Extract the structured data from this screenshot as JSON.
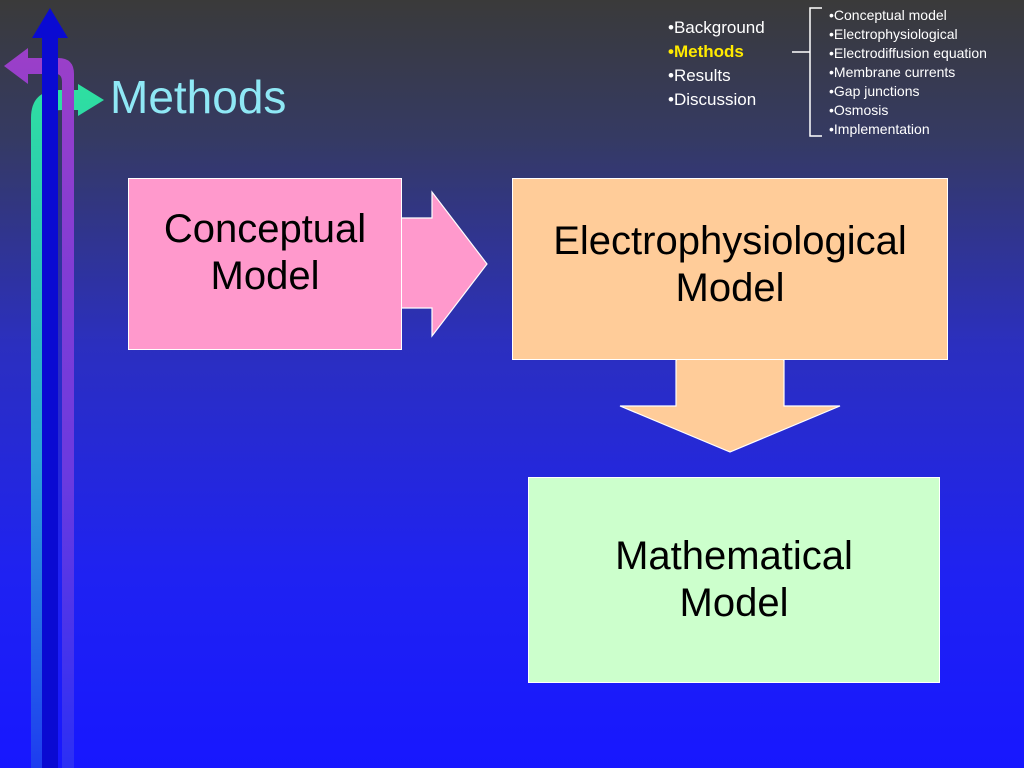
{
  "slide": {
    "title": "Methods"
  },
  "outline": {
    "sections": [
      {
        "label": "•Background",
        "current": false
      },
      {
        "label": "•Methods",
        "current": true
      },
      {
        "label": "•Results",
        "current": false
      },
      {
        "label": "•Discussion",
        "current": false
      }
    ],
    "subsections": [
      "•Conceptual model",
      "•Electrophysiological",
      "•Electrodiffusion equation",
      "•Membrane currents",
      "•Gap junctions",
      "•Osmosis",
      "•Implementation"
    ]
  },
  "diagram": {
    "boxes": {
      "conceptual": {
        "line1": "Conceptual",
        "line2": "Model"
      },
      "electrophysiological": {
        "line1": "Electrophysiological",
        "line2": "Model"
      },
      "mathematical": {
        "line1": "Mathematical",
        "line2": "Model"
      }
    }
  },
  "colors": {
    "title": "#8fe8f5",
    "current_section": "#ffea00",
    "conceptual_box": "#ff99cc",
    "electrophysiological_box": "#ffcc99",
    "mathematical_box": "#ccffcc",
    "decor_blue": "#0a0ad2",
    "decor_purple": "#9b3fc8",
    "decor_green": "#2ee0a0"
  }
}
